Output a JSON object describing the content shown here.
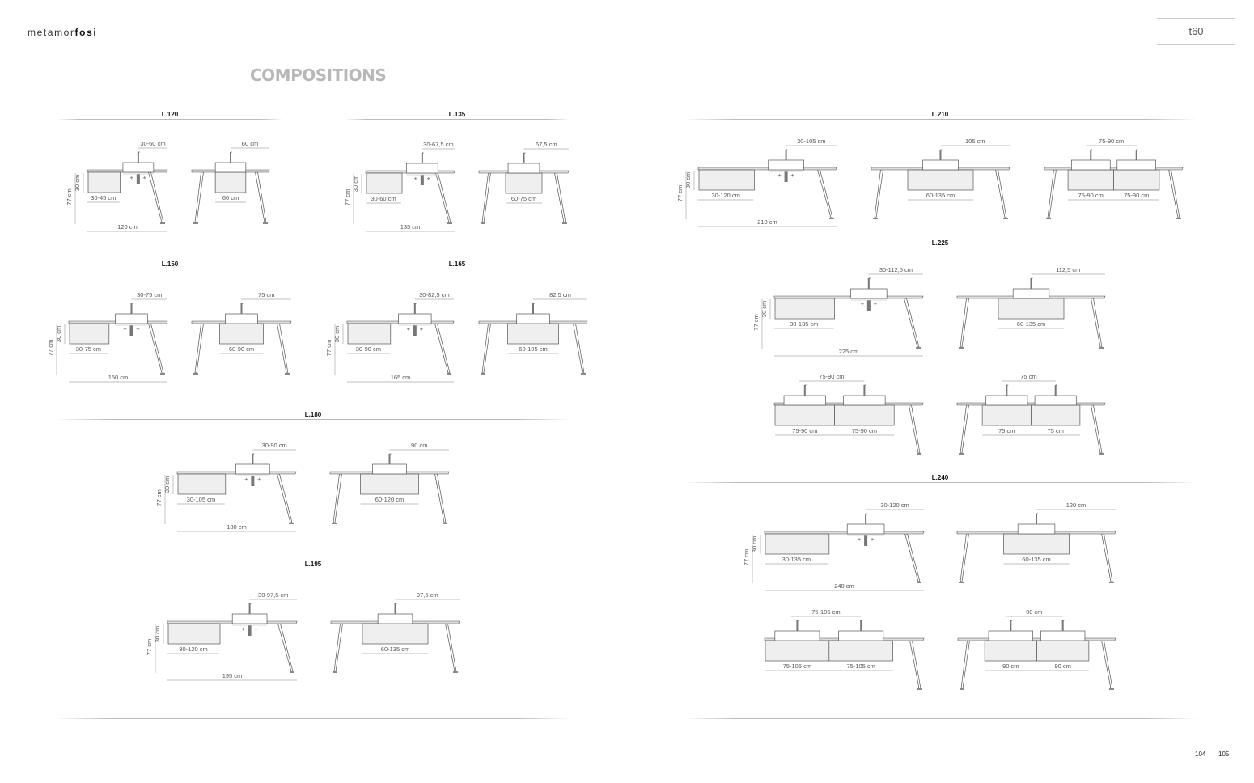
{
  "brand": {
    "light": "metamor",
    "bold": "fosi"
  },
  "page_title": "COMPOSITIONS",
  "product_code": "t60",
  "page_numbers": [
    "104",
    "105"
  ],
  "colors": {
    "line": "#555555",
    "cabinet": "#efefef",
    "title": "#b8b8b8"
  },
  "sections": [
    {
      "label": "L.120",
      "comps": [
        {
          "type": "drawer",
          "top": "30-60 cm",
          "cab": "30-45 cm",
          "total": "120 cm",
          "h": "77 cm",
          "d": "30 cm"
        },
        {
          "type": "centered",
          "top": "60 cm",
          "cab": "60 cm"
        }
      ]
    },
    {
      "label": "L.135",
      "comps": [
        {
          "type": "drawer",
          "top": "30-67,5 cm",
          "cab": "30-60 cm",
          "total": "135 cm",
          "h": "77 cm",
          "d": "30 cm"
        },
        {
          "type": "centered",
          "top": "67,5 cm",
          "cab": "60-75 cm"
        }
      ]
    },
    {
      "label": "L.150",
      "comps": [
        {
          "type": "drawer",
          "top": "30-75 cm",
          "cab": "30-75 cm",
          "total": "150 cm",
          "h": "77 cm",
          "d": "30 cm"
        },
        {
          "type": "centered",
          "top": "75 cm",
          "cab": "60-90 cm"
        }
      ]
    },
    {
      "label": "L.165",
      "comps": [
        {
          "type": "drawer",
          "top": "30-82,5 cm",
          "cab": "30-90 cm",
          "total": "165 cm",
          "h": "77 cm",
          "d": "30 cm"
        },
        {
          "type": "centered",
          "top": "82,5 cm",
          "cab": "60-105 cm"
        }
      ]
    },
    {
      "label": "L.180",
      "comps": [
        {
          "type": "drawer",
          "top": "30-90 cm",
          "cab": "30-105 cm",
          "total": "180 cm",
          "h": "77 cm",
          "d": "30 cm"
        },
        {
          "type": "centered",
          "top": "90 cm",
          "cab": "60-120 cm"
        }
      ]
    },
    {
      "label": "L.195",
      "comps": [
        {
          "type": "drawer",
          "top": "30-97,5 cm",
          "cab": "30-120 cm",
          "total": "195 cm",
          "h": "77 cm",
          "d": "30 cm"
        },
        {
          "type": "centered",
          "top": "97,5 cm",
          "cab": "60-135 cm"
        }
      ]
    },
    {
      "label": "L.210",
      "comps": [
        {
          "type": "drawer",
          "top": "30-105 cm",
          "cab": "30-120 cm",
          "total": "210 cm",
          "h": "77 cm",
          "d": "30 cm"
        },
        {
          "type": "centered",
          "top": "105 cm",
          "cab": "60-135 cm"
        },
        {
          "type": "double-centered",
          "top": "75-90 cm",
          "cab": "75-90 cm",
          "cab2": "75-90 cm"
        }
      ]
    },
    {
      "label": "L.225",
      "comps": [
        {
          "type": "drawer",
          "top": "30-112,5 cm",
          "cab": "30-135 cm",
          "total": "225 cm",
          "h": "77 cm",
          "d": "30 cm"
        },
        {
          "type": "centered",
          "top": "112,5 cm",
          "cab": "60-135 cm"
        },
        {
          "type": "double-wall",
          "top": "75-90 cm",
          "cab": "75-90 cm",
          "cab2": "75-90 cm"
        },
        {
          "type": "double-centered",
          "top": "75 cm",
          "cab": "75 cm",
          "cab2": "75 cm"
        }
      ]
    },
    {
      "label": "L.240",
      "comps": [
        {
          "type": "drawer",
          "top": "30-120 cm",
          "cab": "30-135 cm",
          "total": "240 cm",
          "h": "77 cm",
          "d": "30 cm"
        },
        {
          "type": "centered",
          "top": "120 cm",
          "cab": "60-135 cm"
        },
        {
          "type": "double-wall",
          "top": "75-105 cm",
          "cab": "75-105 cm",
          "cab2": "75-105 cm"
        },
        {
          "type": "double-centered",
          "top": "90 cm",
          "cab": "90 cm",
          "cab2": "90 cm"
        }
      ]
    }
  ]
}
